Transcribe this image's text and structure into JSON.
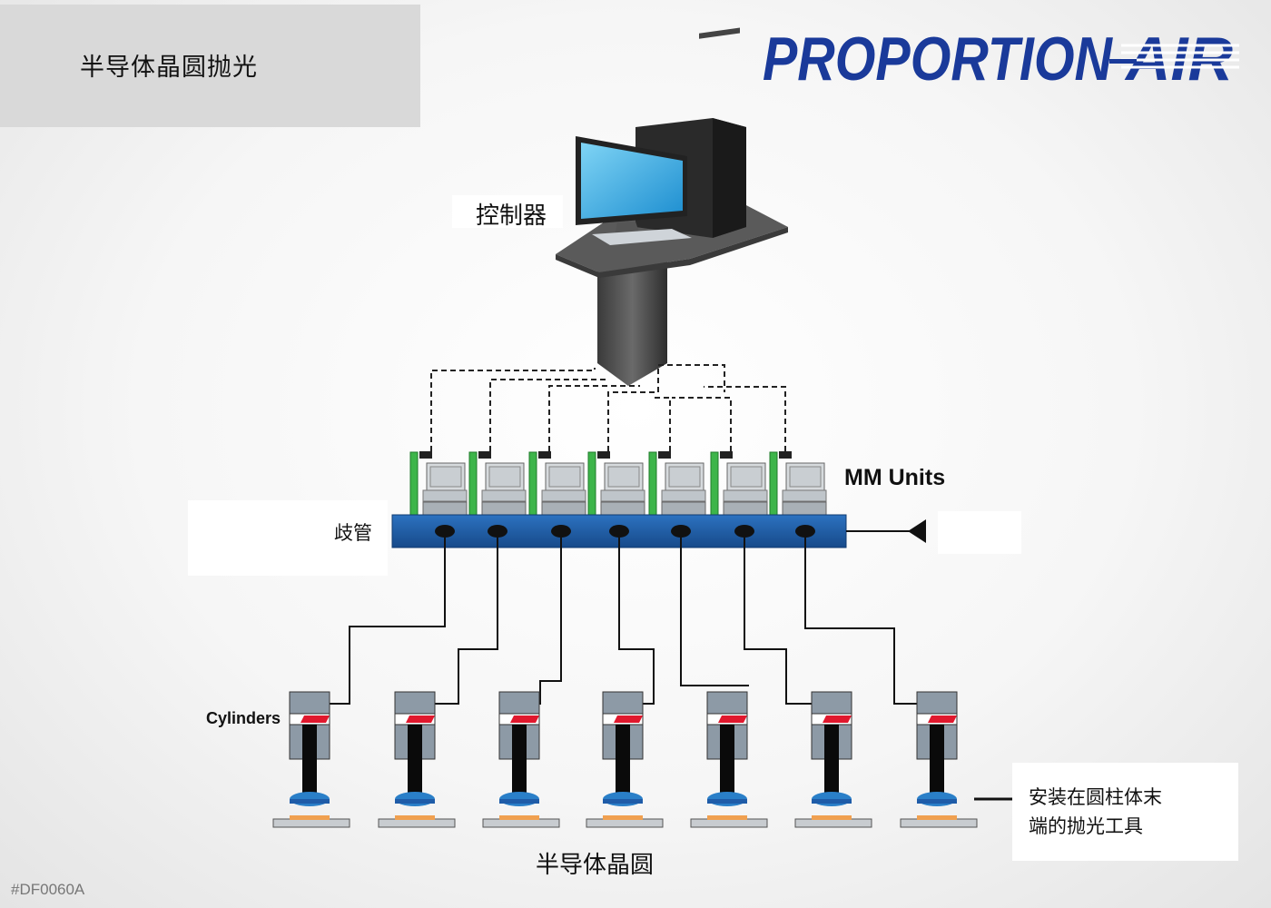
{
  "header": {
    "title": "半导体晶圆抛光",
    "logo_text_1": "PROPORTION",
    "logo_text_2": "AIR",
    "logo_color": "#1a3a9a"
  },
  "labels": {
    "controller": "控制器",
    "mm_units": "MM Units",
    "manifold": "歧管",
    "cylinders": "Cylinders",
    "wafer": "半导体晶圆",
    "tool_line1": "安装在圆柱体末",
    "tool_line2": "端的抛光工具"
  },
  "footer": {
    "code": "#DF0060A"
  },
  "colors": {
    "manifold_blue": "#1f5ca8",
    "unit_green": "#3db54a",
    "monitor_screen": "#29a8e0",
    "cylinder_gray": "#8d9aa6",
    "cylinder_red": "#e0182d",
    "pad_blue": "#2a7fc8"
  },
  "mm_units_count": 7,
  "cylinders_count": 7
}
